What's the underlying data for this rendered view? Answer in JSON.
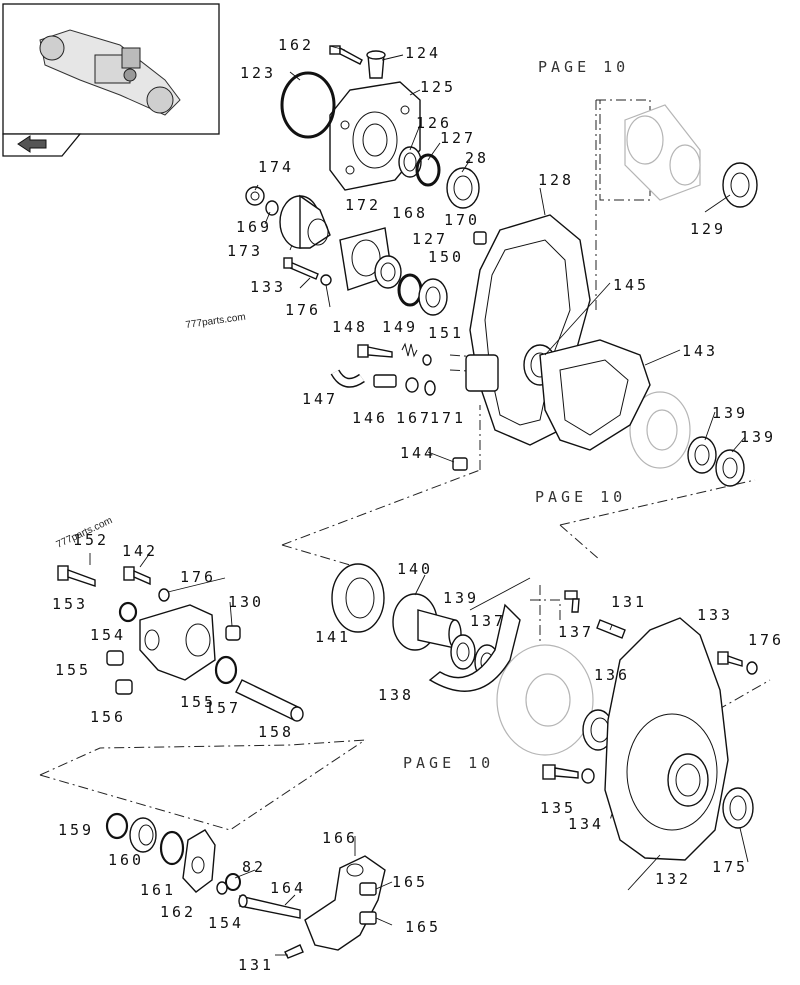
{
  "watermarks": [
    "777parts.com",
    "777parts.com"
  ],
  "page_refs": [
    "PAGE 10",
    "PAGE 10",
    "PAGE 10"
  ],
  "labels": [
    "162",
    "124",
    "123",
    "125",
    "126",
    "127",
    "28",
    "174",
    "169",
    "172",
    "168",
    "170",
    "173",
    "127",
    "150",
    "133",
    "176",
    "148",
    "149",
    "151",
    "147",
    "146",
    "167",
    "171",
    "144",
    "128",
    "129",
    "145",
    "143",
    "139",
    "139",
    "152",
    "142",
    "176",
    "130",
    "153",
    "154",
    "155",
    "156",
    "155",
    "157",
    "158",
    "141",
    "140",
    "139",
    "137",
    "138",
    "137",
    "131",
    "133",
    "176",
    "136",
    "135",
    "134",
    "175",
    "132",
    "159",
    "160",
    "161",
    "162",
    "82",
    "154",
    "164",
    "166",
    "165",
    "165",
    "131"
  ]
}
